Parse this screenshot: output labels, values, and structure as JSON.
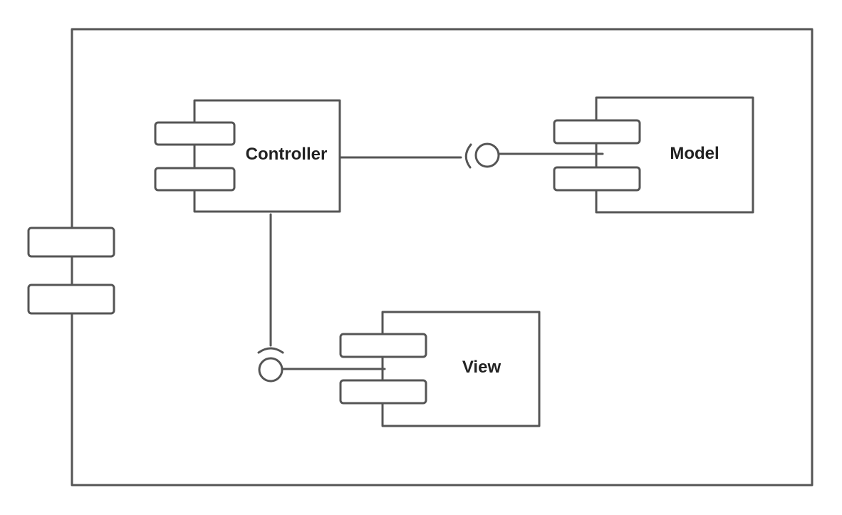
{
  "diagram": {
    "type": "uml-component-diagram",
    "stroke_color": "#555555",
    "text_color": "#222222",
    "background_color": "#ffffff",
    "container": {
      "label": ""
    },
    "components": {
      "controller": {
        "label": "Controller"
      },
      "model": {
        "label": "Model"
      },
      "view": {
        "label": "View"
      }
    },
    "connectors": [
      {
        "from": "Controller",
        "to": "Model",
        "kind": "required-provided-interface"
      },
      {
        "from": "Controller",
        "to": "View",
        "kind": "required-provided-interface"
      }
    ]
  }
}
